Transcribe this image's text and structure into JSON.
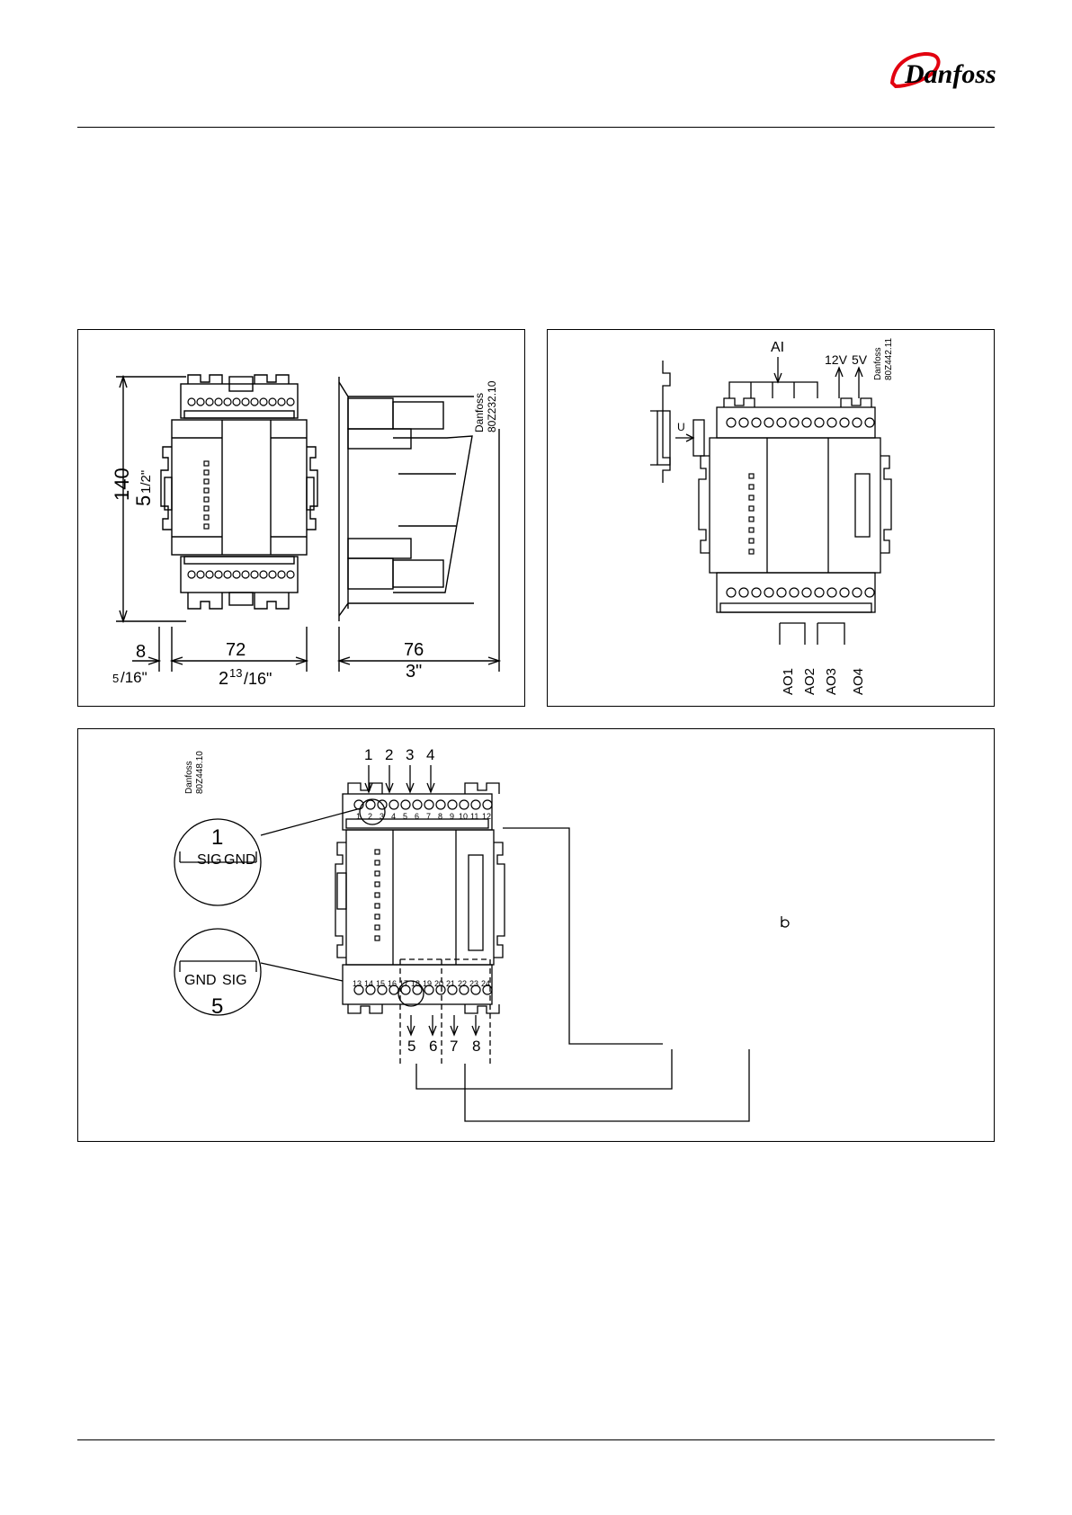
{
  "brand": {
    "name": "Danfoss",
    "color": "#e2000f"
  },
  "figure1": {
    "code": "80Z232.10",
    "brand": "Danfoss",
    "dims": {
      "height_mm": "140",
      "height_in_whole": "5",
      "height_in_frac": "1/2\"",
      "rail_mm": "8",
      "rail_in_num": "5",
      "rail_in_den": "/16\"",
      "width_mm": "72",
      "width_in_whole": "2",
      "width_in_num": "13",
      "width_in_den": "/16\"",
      "depth_mm": "76",
      "depth_in": "3\""
    }
  },
  "figure2": {
    "code": "80Z442.11",
    "brand": "Danfoss",
    "ai_label": "AI",
    "v12_label": "12V",
    "v5_label": "5V",
    "u_label": "U",
    "outputs": [
      "AO1",
      "AO2",
      "AO3",
      "AO4"
    ]
  },
  "figure3": {
    "code": "80Z448.10",
    "brand": "Danfoss",
    "top_numbers": [
      "1",
      "2",
      "3",
      "4"
    ],
    "bottom_numbers": [
      "5",
      "6",
      "7",
      "8"
    ],
    "top_terminals": [
      "1",
      "2",
      "3",
      "4",
      "5",
      "6",
      "7",
      "8",
      "9",
      "10",
      "11",
      "12"
    ],
    "bottom_terminals": [
      "13",
      "14",
      "15",
      "16",
      "17",
      "18",
      "19",
      "20",
      "21",
      "22",
      "23",
      "24"
    ],
    "detail_top": {
      "number": "1",
      "left": "SIG",
      "right": "GND"
    },
    "detail_bottom": {
      "number": "5",
      "left": "GND",
      "right": "SIG"
    }
  }
}
